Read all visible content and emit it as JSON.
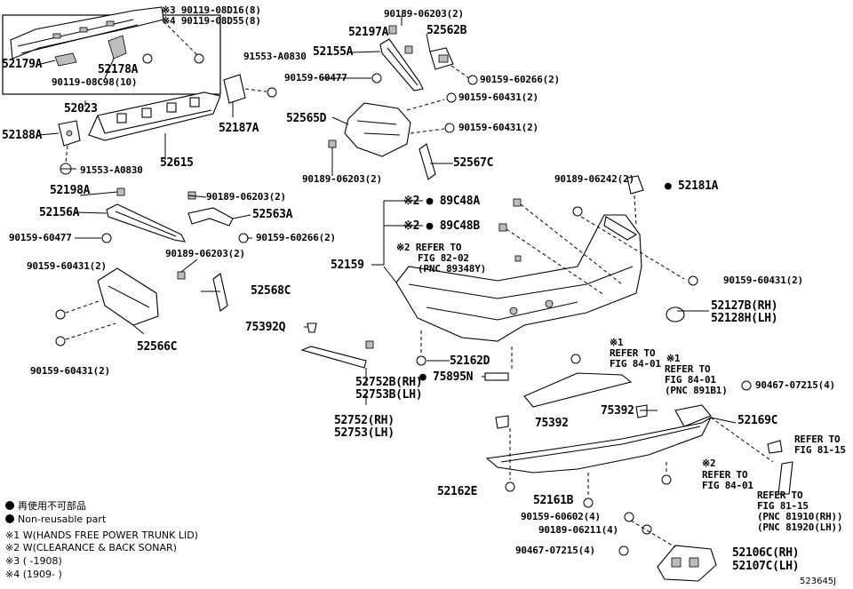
{
  "diagram_id": "523645J",
  "legend": {
    "non_reusable_jp": "再使用不可部品",
    "non_reusable_en": "Non-reusable part",
    "notes": [
      "※1 W(HANDS FREE POWER TRUNK LID)",
      "※2 W(CLEARANCE & BACK SONAR)",
      "※3 (     -1908)",
      "※4 (1909-     )"
    ]
  },
  "labels": {
    "l_90119_08d16": "※3 90119-08D16(8)",
    "l_90119_08d55": "※4 90119-08D55(8)",
    "l_52179a": "52179A",
    "l_52178a": "52178A",
    "l_90119_08c98": "90119-08C98(10)",
    "l_52023": "52023",
    "l_52188a": "52188A",
    "l_52615": "52615",
    "l_91553_a0830_a": "91553-A0830",
    "l_91553_a0830_b": "91553-A0830",
    "l_52187a": "52187A",
    "l_52197a": "52197A",
    "l_52155a": "52155A",
    "l_90189_06203_a": "90189-06203(2)",
    "l_52562b": "52562B",
    "l_90159_60266_a": "90159-60266(2)",
    "l_90159_60477_a": "90159-60477",
    "l_90159_60431_a": "90159-60431(2)",
    "l_52565d": "52565D",
    "l_90159_60431_b": "90159-60431(2)",
    "l_90189_06203_b": "90189-06203(2)",
    "l_52567c": "52567C",
    "l_52198a": "52198A",
    "l_90189_06203_c": "90189-06203(2)",
    "l_52156a": "52156A",
    "l_52563a": "52563A",
    "l_90159_60477_b": "90159-60477",
    "l_90159_60266_b": "90159-60266(2)",
    "l_90189_06203_d": "90189-06203(2)",
    "l_90159_60431_c": "90159-60431(2)",
    "l_52568c": "52568C",
    "l_52566c": "52566C",
    "l_90159_60431_d": "90159-60431(2)",
    "l_89c48a": "※2 ● 89C48A",
    "l_89c48b": "※2 ● 89C48B",
    "l_refer_8202_1": "※2 REFER TO",
    "l_refer_8202_2": "FIG 82-02",
    "l_refer_8202_3": "(PNC 89348Y)",
    "l_52159": "52159",
    "l_90189_06242": "90189-06242(2)",
    "l_52181a": "● 52181A",
    "l_90159_60431_e": "90159-60431(2)",
    "l_52127b": "52127B(RH)",
    "l_52128h": "52128H(LH)",
    "l_75392q": "75392Q",
    "l_52162d": "52162D",
    "l_75895n": "● 75895N",
    "l_52752b": "52752B(RH)",
    "l_52753b": "52753B(LH)",
    "l_52752": "52752(RH)",
    "l_52753": "52753(LH)",
    "l_r8401a_1": "※1",
    "l_r8401a_2": "REFER TO",
    "l_r8401a_3": "FIG 84-01",
    "l_r8401b_1": "※1",
    "l_r8401b_2": "REFER TO",
    "l_r8401b_3": "FIG 84-01",
    "l_r8401b_4": "(PNC 891B1)",
    "l_90467_07215_a": "90467-07215(4)",
    "l_75392_a": "75392",
    "l_75392_b": "75392",
    "l_52169c": "52169C",
    "l_r8115a_1": "REFER TO",
    "l_r8115a_2": "FIG 81-15",
    "l_r8401c_1": "※2",
    "l_r8401c_2": "REFER TO",
    "l_r8401c_3": "FIG 84-01",
    "l_52162e": "52162E",
    "l_52161b": "52161B",
    "l_r8115b_1": "REFER TO",
    "l_r8115b_2": "FIG 81-15",
    "l_r8115b_3": "(PNC 81910(RH))",
    "l_r8115b_4": "(PNC 81920(LH))",
    "l_90159_60602": "90159-60602(4)",
    "l_90189_06211": "90189-06211(4)",
    "l_90467_07215_b": "90467-07215(4)",
    "l_52106c": "52106C(RH)",
    "l_52107c": "52107C(LH)"
  }
}
